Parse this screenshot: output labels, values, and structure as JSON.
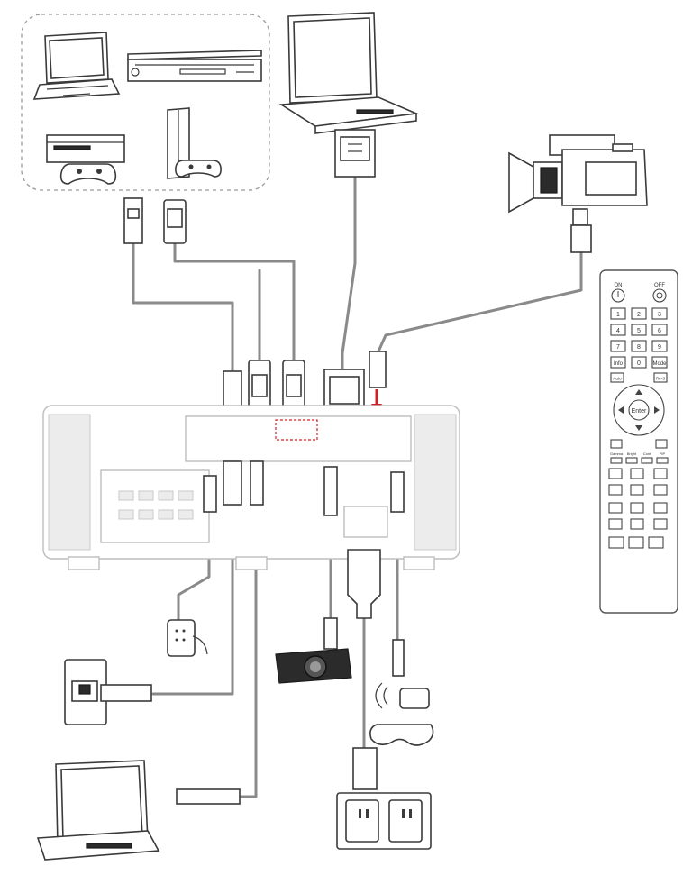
{
  "remote": {
    "power_on_label": "ON",
    "power_off_label": "OFF",
    "keys": [
      "1",
      "2",
      "3",
      "4",
      "5",
      "6",
      "7",
      "8",
      "9",
      "Info",
      "0",
      "Mode"
    ],
    "enter_label": "Enter",
    "aux_left": "Auto",
    "aux_right": "Re-S",
    "row_labels": [
      "Gamma",
      "Bright",
      "Cont",
      "PIP"
    ]
  },
  "colors": {
    "cable": "#8a8a8a",
    "highlight": "#d32027",
    "outline": "#3a3a3a"
  }
}
